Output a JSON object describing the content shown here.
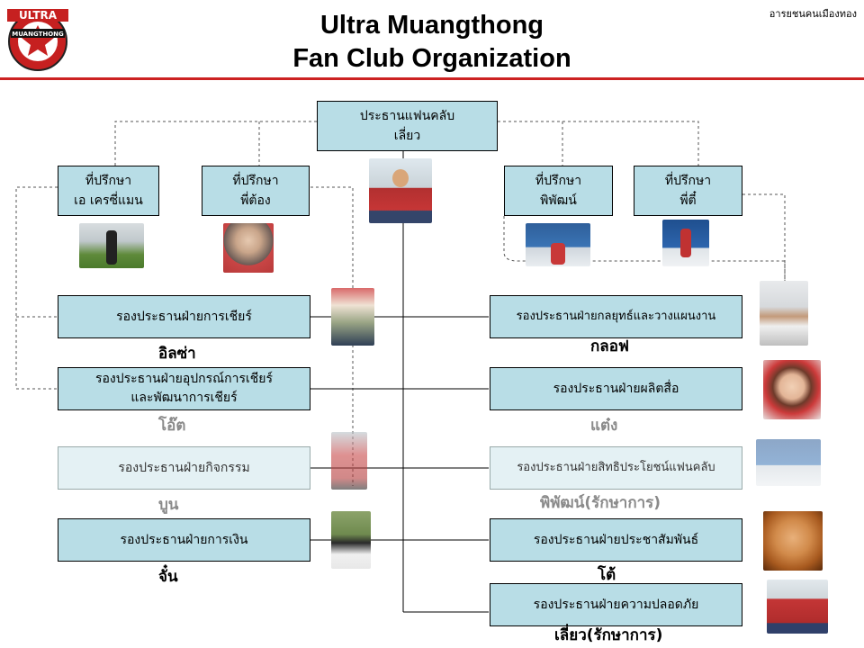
{
  "header": {
    "title_line1": "Ultra Muangthong",
    "title_line2": "Fan Club Organization",
    "corner_text": "อารยชนคนเมืองทอง",
    "logo_top": "ULTRA",
    "logo_bottom": "MUANGTHONG"
  },
  "president": {
    "role": "ประธานแฟนคลับ",
    "name": "เลี่ยว"
  },
  "advisors": [
    {
      "role": "ที่ปรึกษา",
      "name": "เอ เครซี่แมน"
    },
    {
      "role": "ที่ปรึกษา",
      "name": "พี่ต้อง"
    },
    {
      "role": "ที่ปรึกษา",
      "name": "พิพัฒน์"
    },
    {
      "role": "ที่ปรึกษา",
      "name": "พี่ตี๋"
    }
  ],
  "vice_left": [
    {
      "role": "รองประธานฝ่ายการเชียร์",
      "name": "อิลซ่า"
    },
    {
      "role": "รองประธานฝ่ายอุปกรณ์การเชียร์",
      "role2": "และพัฒนาการเชียร์",
      "name": "โอ๊ต"
    },
    {
      "role": "รองประธานฝ่ายกิจกรรม",
      "name": "บูน"
    },
    {
      "role": "รองประธานฝ่ายการเงิน",
      "name": "จั๋น"
    }
  ],
  "vice_right": [
    {
      "role": "รองประธานฝ่ายกลยุทธ์และวางแผนงาน",
      "name": "กลอฟ"
    },
    {
      "role": "รองประธานฝ่ายผลิตสื่อ",
      "name": "แต๋ง"
    },
    {
      "role": "รองประธานฝ่ายสิทธิประโยชน์แฟนคลับ",
      "name": "พิพัฒน์(รักษาการ)"
    },
    {
      "role": "รองประธานฝ่ายประชาสัมพันธ์",
      "name": "โต้"
    },
    {
      "role": "รองประธานฝ่ายความปลอดภัย",
      "name": "เลี่ยว(รักษาการ)"
    }
  ],
  "colors": {
    "box_fill": "#b8dde6",
    "accent_red": "#cc2222"
  }
}
